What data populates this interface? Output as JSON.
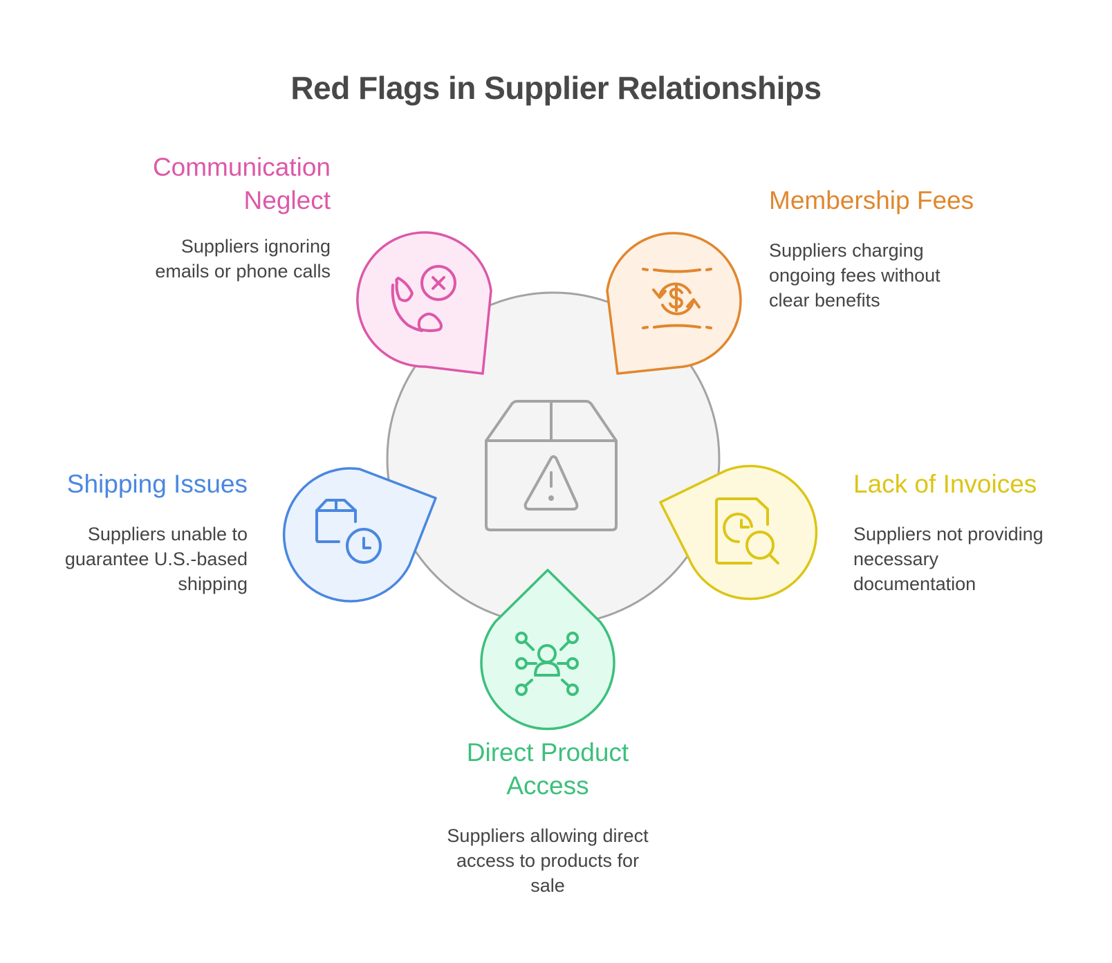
{
  "title": "Red Flags in Supplier Relationships",
  "center": {
    "icon": "package-warning-icon",
    "stroke": "#a3a3a3",
    "fill": "#f4f4f4"
  },
  "items": [
    {
      "id": "communication",
      "label_lines": [
        "Communication",
        "Neglect"
      ],
      "desc_lines": [
        "Suppliers ignoring",
        "emails or phone calls"
      ],
      "icon": "phone-missed-icon",
      "color": "#dd58a8",
      "fill": "#fde9f6"
    },
    {
      "id": "membership",
      "label_lines": [
        "Membership Fees"
      ],
      "desc_lines": [
        "Suppliers charging",
        "ongoing fees without",
        "clear benefits"
      ],
      "icon": "recurring-dollar-icon",
      "color": "#e0872f",
      "fill": "#fef0e2"
    },
    {
      "id": "shipping",
      "label_lines": [
        "Shipping Issues"
      ],
      "desc_lines": [
        "Suppliers unable to",
        "guarantee U.S.-based",
        "shipping"
      ],
      "icon": "package-clock-icon",
      "color": "#4a87e0",
      "fill": "#eaf2fd"
    },
    {
      "id": "invoices",
      "label_lines": [
        "Lack of Invoices"
      ],
      "desc_lines": [
        "Suppliers not providing",
        "necessary",
        "documentation"
      ],
      "icon": "file-search-clock-icon",
      "color": "#dcc516",
      "fill": "#fef9dc"
    },
    {
      "id": "direct",
      "label_lines": [
        "Direct Product",
        "Access"
      ],
      "desc_lines": [
        "Suppliers allowing direct",
        "access to products for",
        "sale"
      ],
      "icon": "user-network-icon",
      "color": "#3cc07c",
      "fill": "#e2fbef"
    }
  ]
}
